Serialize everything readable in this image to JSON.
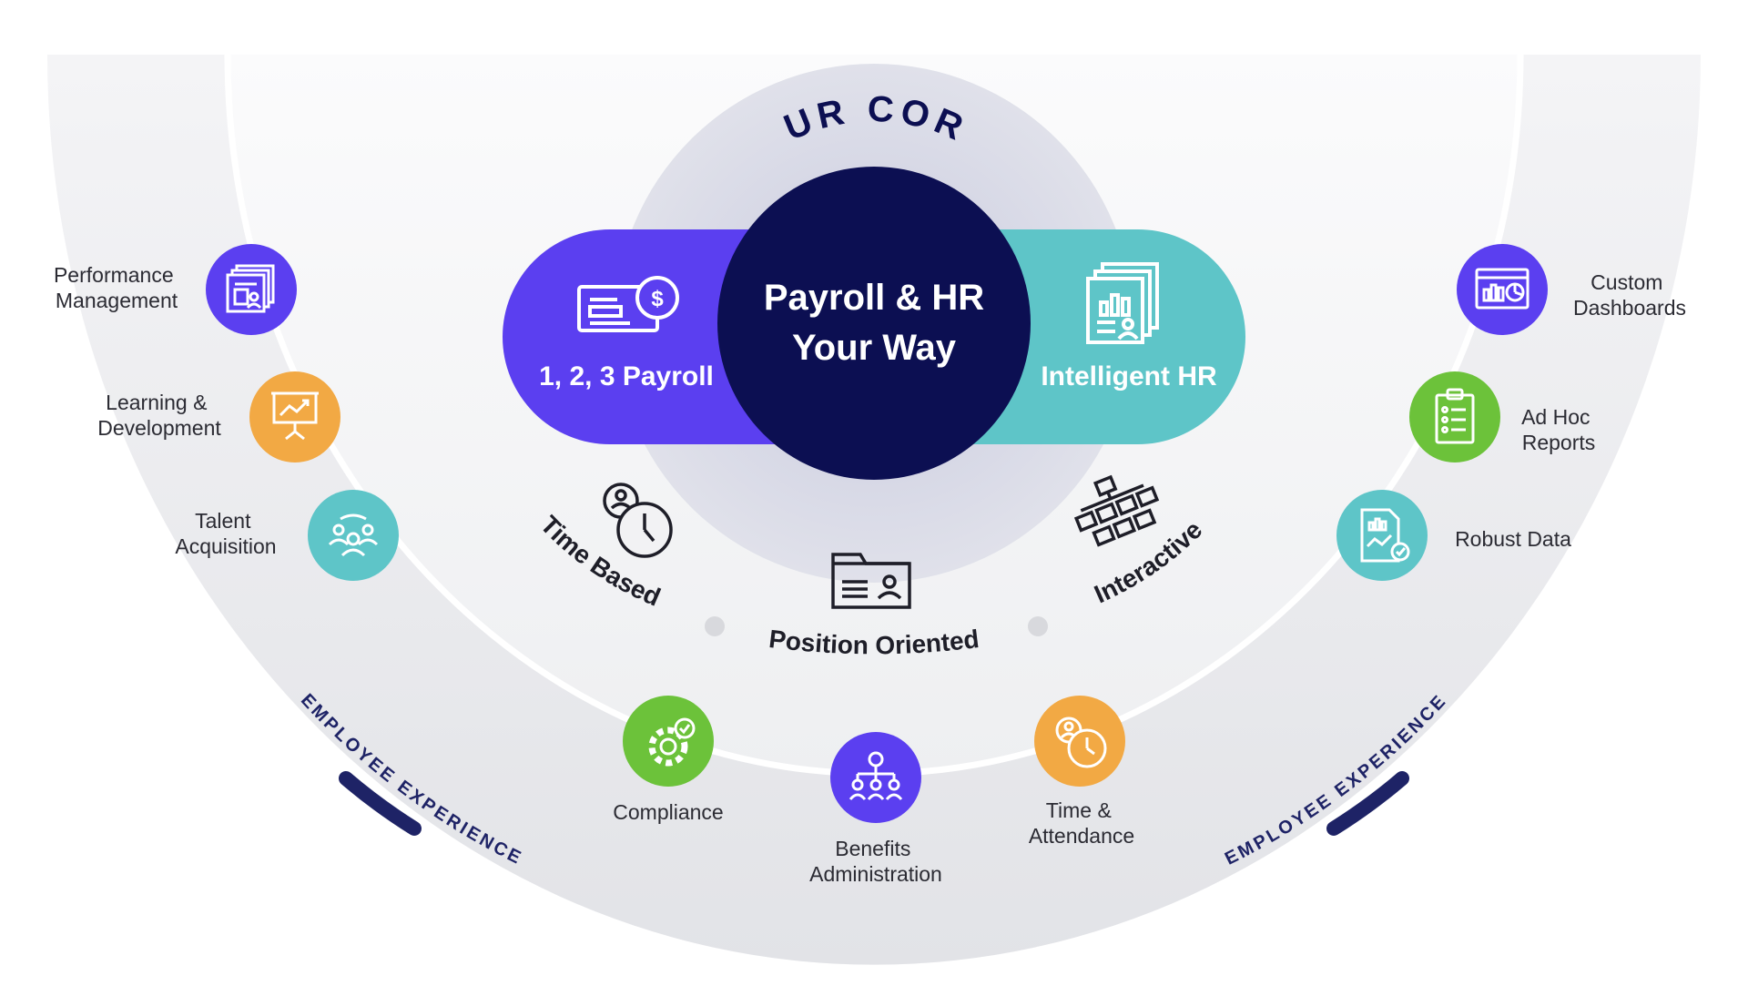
{
  "core": {
    "heading": "OUR CORE",
    "center_line1": "Payroll & HR",
    "center_line2": "Your Way",
    "left_pill": "1, 2, 3 Payroll",
    "right_pill": "Intelligent HR"
  },
  "pillars": {
    "time_based": "Time Based",
    "position_oriented": "Position Oriented",
    "interactive": "Interactive"
  },
  "band_label": "EMPLOYEE EXPERIENCE",
  "left_items": [
    {
      "line1": "Performance",
      "line2": "Management",
      "icon": "presentation-user-icon"
    },
    {
      "line1": "Learning &",
      "line2": "Development",
      "icon": "training-board-icon"
    },
    {
      "line1": "Talent",
      "line2": "Acquisition",
      "icon": "team-icon"
    }
  ],
  "right_items": [
    {
      "line1": "Custom",
      "line2": "Dashboards",
      "icon": "dashboard-icon"
    },
    {
      "line1": "Ad Hoc",
      "line2": "Reports",
      "icon": "clipboard-icon"
    },
    {
      "line1": "Robust Data",
      "line2": "",
      "icon": "data-report-icon"
    }
  ],
  "bottom_items": [
    {
      "line1": "Compliance",
      "line2": "",
      "icon": "gear-check-icon"
    },
    {
      "line1": "Benefits",
      "line2": "Administration",
      "icon": "org-chart-icon"
    },
    {
      "line1": "Time &",
      "line2": "Attendance",
      "icon": "clock-user-icon"
    }
  ],
  "colors": {
    "purple": "#5b3ff0",
    "teal": "#5ec5c8",
    "navy": "#0c0f52",
    "orange": "#f2a944",
    "green": "#6cc23a",
    "band_navy": "#1e2366"
  }
}
